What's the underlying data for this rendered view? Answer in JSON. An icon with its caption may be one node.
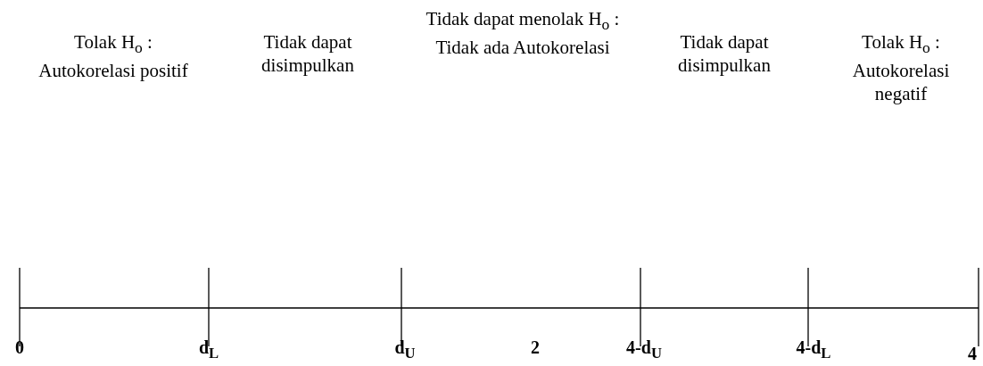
{
  "diagram": {
    "labels": [
      "Tolak H$_{o}$ : Autokorelasi positif",
      "Tidak dapat disimpulkan",
      "Tidak dapat menolak H$_{o}$ : Tidak ada Autokorelasi",
      "Tidak dapat disimpulkan",
      "Tolak H$_{o}$ : Autokorelasi negatif",
      "0",
      "d$_{L}$",
      "d$_{U}$",
      "2",
      "4-d$_{U}$",
      "4-d$_{L}$",
      "4"
    ]
  }
}
